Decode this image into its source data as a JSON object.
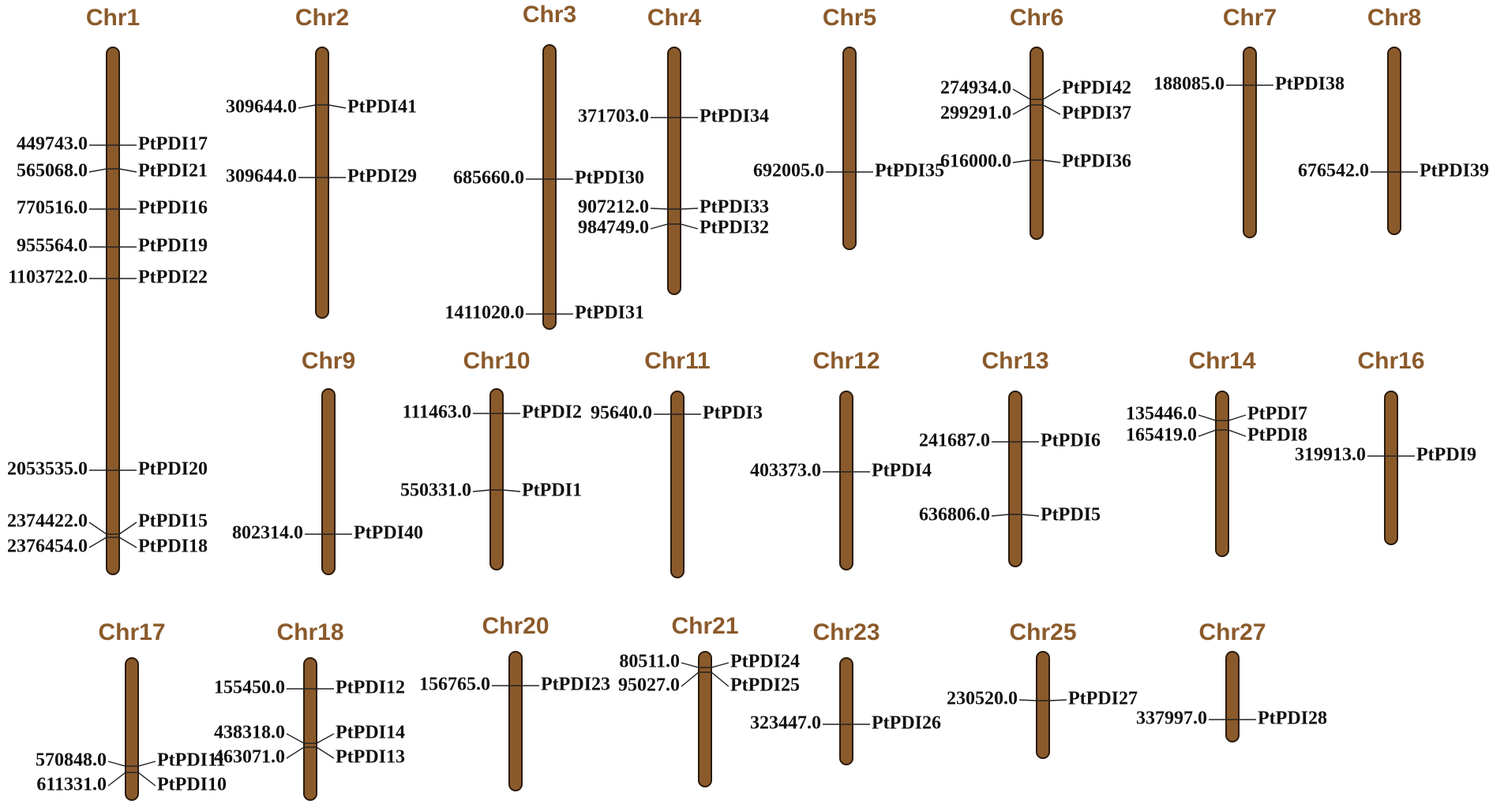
{
  "chromosomes": [
    {
      "name": "Chr1",
      "genes": [
        {
          "pos": "449743.0",
          "gene": "PtPDI17"
        },
        {
          "pos": "565068.0",
          "gene": "PtPDI21"
        },
        {
          "pos": "770516.0",
          "gene": "PtPDI16"
        },
        {
          "pos": "955564.0",
          "gene": "PtPDI19"
        },
        {
          "pos": "1103722.0",
          "gene": "PtPDI22"
        },
        {
          "pos": "2053535.0",
          "gene": "PtPDI20"
        },
        {
          "pos": "2374422.0",
          "gene": "PtPDI15"
        },
        {
          "pos": "2376454.0",
          "gene": "PtPDI18"
        }
      ]
    },
    {
      "name": "Chr2",
      "genes": [
        {
          "pos": "309644.0",
          "gene": "PtPDI41"
        },
        {
          "pos": "309644.0",
          "gene": "PtPDI29"
        }
      ]
    },
    {
      "name": "Chr3",
      "genes": [
        {
          "pos": "685660.0",
          "gene": "PtPDI30"
        },
        {
          "pos": "1411020.0",
          "gene": "PtPDI31"
        }
      ]
    },
    {
      "name": "Chr4",
      "genes": [
        {
          "pos": "371703.0",
          "gene": "PtPDI34"
        },
        {
          "pos": "907212.0",
          "gene": "PtPDI33"
        },
        {
          "pos": "984749.0",
          "gene": "PtPDI32"
        }
      ]
    },
    {
      "name": "Chr5",
      "genes": [
        {
          "pos": "692005.0",
          "gene": "PtPDI35"
        }
      ]
    },
    {
      "name": "Chr6",
      "genes": [
        {
          "pos": "274934.0",
          "gene": "PtPDI42"
        },
        {
          "pos": "299291.0",
          "gene": "PtPDI37"
        },
        {
          "pos": "616000.0",
          "gene": "PtPDI36"
        }
      ]
    },
    {
      "name": "Chr7",
      "genes": [
        {
          "pos": "188085.0",
          "gene": "PtPDI38"
        }
      ]
    },
    {
      "name": "Chr8",
      "genes": [
        {
          "pos": "676542.0",
          "gene": "PtPDI39"
        }
      ]
    },
    {
      "name": "Chr9",
      "genes": [
        {
          "pos": "802314.0",
          "gene": "PtPDI40"
        }
      ]
    },
    {
      "name": "Chr10",
      "genes": [
        {
          "pos": "111463.0",
          "gene": "PtPDI2"
        },
        {
          "pos": "550331.0",
          "gene": "PtPDI1"
        }
      ]
    },
    {
      "name": "Chr11",
      "genes": [
        {
          "pos": "95640.0",
          "gene": "PtPDI3"
        }
      ]
    },
    {
      "name": "Chr12",
      "genes": [
        {
          "pos": "403373.0",
          "gene": "PtPDI4"
        }
      ]
    },
    {
      "name": "Chr13",
      "genes": [
        {
          "pos": "241687.0",
          "gene": "PtPDI6"
        },
        {
          "pos": "636806.0",
          "gene": "PtPDI5"
        }
      ]
    },
    {
      "name": "Chr14",
      "genes": [
        {
          "pos": "135446.0",
          "gene": "PtPDI7"
        },
        {
          "pos": "165419.0",
          "gene": "PtPDI8"
        }
      ]
    },
    {
      "name": "Chr16",
      "genes": [
        {
          "pos": "319913.0",
          "gene": "PtPDI9"
        }
      ]
    },
    {
      "name": "Chr17",
      "genes": [
        {
          "pos": "570848.0",
          "gene": "PtPDI11"
        },
        {
          "pos": "611331.0",
          "gene": "PtPDI10"
        }
      ]
    },
    {
      "name": "Chr18",
      "genes": [
        {
          "pos": "155450.0",
          "gene": "PtPDI12"
        },
        {
          "pos": "438318.0",
          "gene": "PtPDI14"
        },
        {
          "pos": "463071.0",
          "gene": "PtPDI13"
        }
      ]
    },
    {
      "name": "Chr20",
      "genes": [
        {
          "pos": "156765.0",
          "gene": "PtPDI23"
        }
      ]
    },
    {
      "name": "Chr21",
      "genes": [
        {
          "pos": "80511.0",
          "gene": "PtPDI24"
        },
        {
          "pos": "95027.0",
          "gene": "PtPDI25"
        }
      ]
    },
    {
      "name": "Chr23",
      "genes": [
        {
          "pos": "323447.0",
          "gene": "PtPDI26"
        }
      ]
    },
    {
      "name": "Chr25",
      "genes": [
        {
          "pos": "230520.0",
          "gene": "PtPDI27"
        }
      ]
    },
    {
      "name": "Chr27",
      "genes": [
        {
          "pos": "337997.0",
          "gene": "PtPDI28"
        }
      ]
    }
  ]
}
